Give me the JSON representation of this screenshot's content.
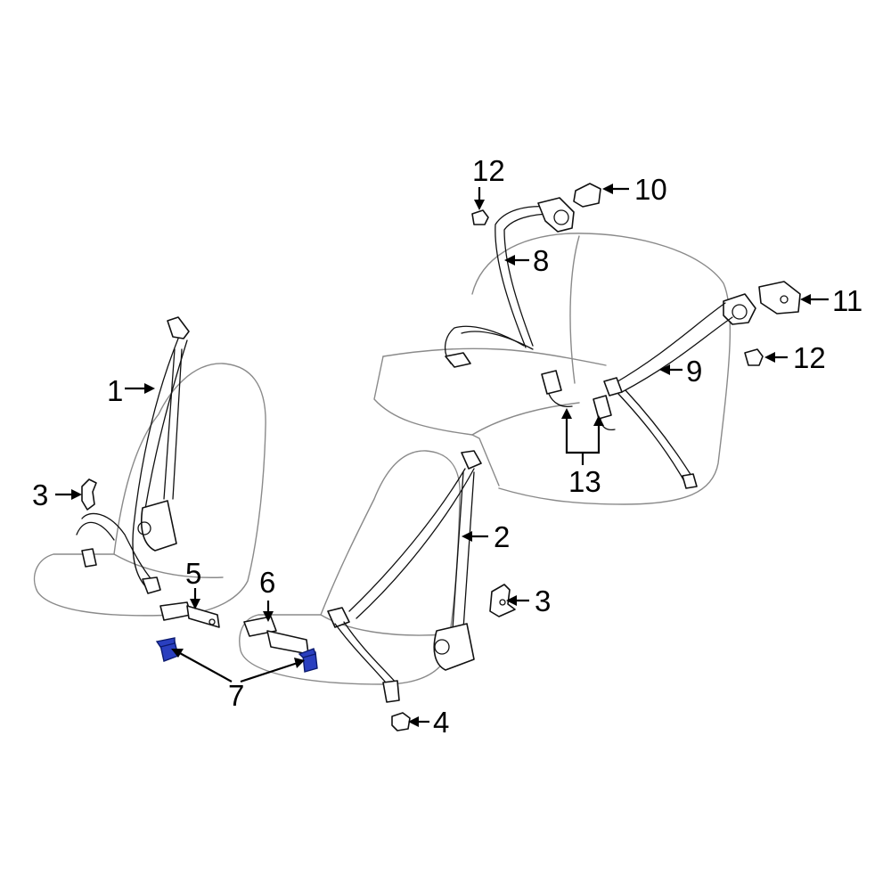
{
  "diagram": {
    "highlight_color": "#2a3fbf",
    "callouts": {
      "c1": "1",
      "c2": "2",
      "c3_left": "3",
      "c3_right": "3",
      "c4": "4",
      "c5": "5",
      "c6": "6",
      "c7": "7",
      "c8": "8",
      "c9": "9",
      "c10": "10",
      "c11": "11",
      "c12_top": "12",
      "c12_right": "12",
      "c13": "13"
    }
  }
}
